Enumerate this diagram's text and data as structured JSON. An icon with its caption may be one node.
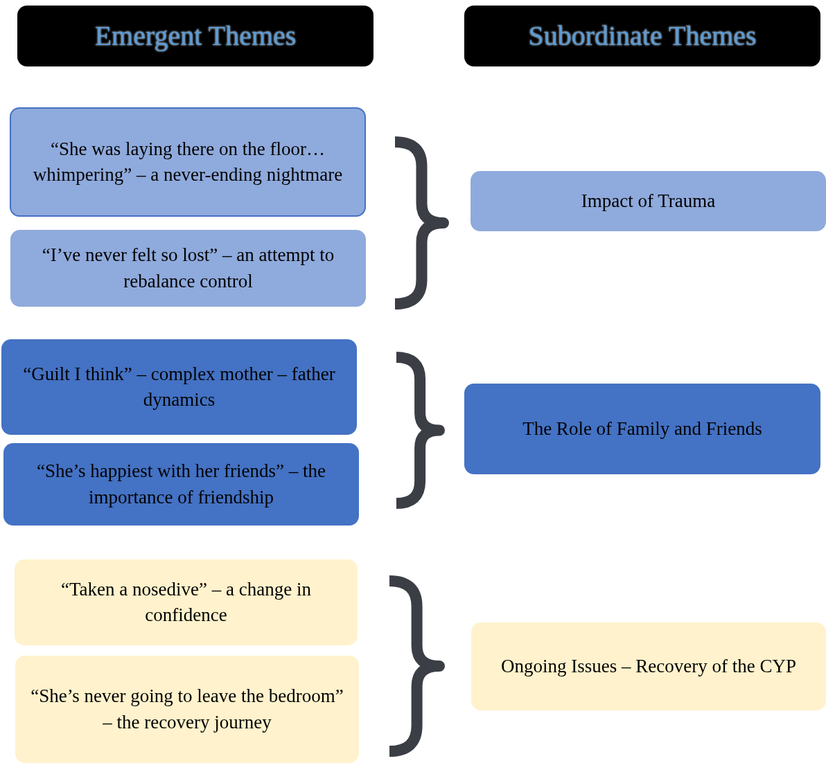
{
  "diagram": {
    "nodes": [
      {
        "text": [
          "Emergent Themes"
        ]
      },
      {
        "text": [
          "Subordinate Themes"
        ]
      },
      {
        "text": [
          "“She was laying there on the floor… whimpering” – a never-ending nightmare"
        ]
      },
      {
        "text": [
          "“I’ve never felt so lost” – an attempt to rebalance control"
        ]
      },
      {
        "text": [
          "Impact of Trauma"
        ]
      },
      {
        "text": [
          "“Guilt I think” – complex mother – father dynamics"
        ]
      },
      {
        "text": [
          "“She’s happiest with her friends” – the importance of friendship"
        ]
      },
      {
        "text": [
          "The Role of Family and Friends"
        ]
      },
      {
        "text": [
          "“Taken a nosedive” – a change in confidence"
        ]
      },
      {
        "text": [
          "“She’s never going to leave the bedroom” – the recovery journey"
        ]
      },
      {
        "text": [
          "Ongoing Issues – Recovery of the CYP"
        ]
      }
    ]
  }
}
